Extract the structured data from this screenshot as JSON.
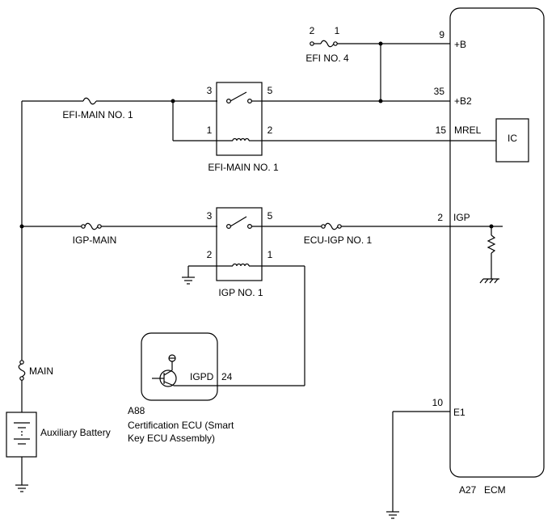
{
  "fuses": {
    "efi_no4": {
      "label": "EFI NO. 4",
      "pin_left": "2",
      "pin_right": "1"
    },
    "efi_main_fuse": {
      "label": "EFI-MAIN NO. 1"
    },
    "igp_main": {
      "label": "IGP-MAIN"
    },
    "ecu_igp_no1": {
      "label": "ECU-IGP NO. 1"
    },
    "main": {
      "label": "MAIN"
    }
  },
  "relays": {
    "efi_main": {
      "label": "EFI-MAIN NO. 1",
      "pin3": "3",
      "pin5": "5",
      "pin1": "1",
      "pin2": "2"
    },
    "igp": {
      "label": "IGP NO. 1",
      "pin3": "3",
      "pin5": "5",
      "pin2": "2",
      "pin1": "1"
    }
  },
  "battery": {
    "label": "Auxiliary Battery"
  },
  "cert_ecu": {
    "code": "A88",
    "name_line1": "Certification ECU (Smart",
    "name_line2": "Key ECU Assembly)",
    "pin_label": "IGPD",
    "pin_num": "24"
  },
  "ecm": {
    "code": "A27",
    "name": "ECM",
    "ic_label": "IC",
    "pins": [
      {
        "num": "9",
        "name": "+B"
      },
      {
        "num": "35",
        "name": "+B2"
      },
      {
        "num": "15",
        "name": "MREL"
      },
      {
        "num": "2",
        "name": "IGP"
      },
      {
        "num": "10",
        "name": "E1"
      }
    ]
  }
}
